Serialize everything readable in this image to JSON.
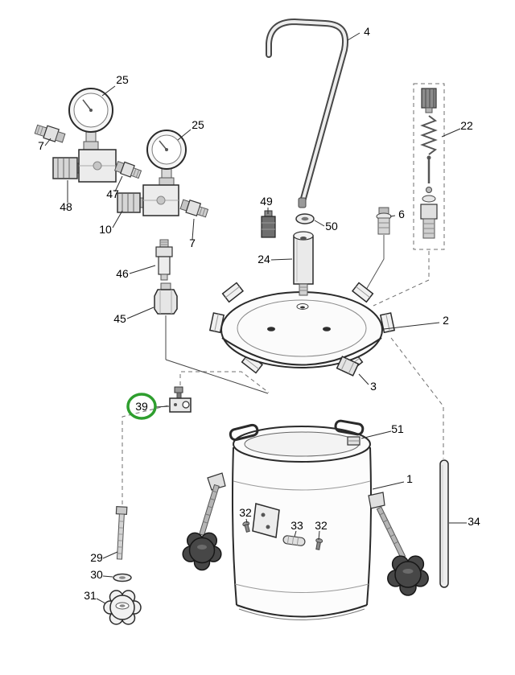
{
  "figure": {
    "background": "#ffffff",
    "ink_color": "#1a1a1a",
    "highlight_color": "#2e9e2e",
    "highlighted_callout": "39"
  },
  "callouts": {
    "c4": "4",
    "c25a": "25",
    "c7a": "7",
    "c48": "48",
    "c47": "47",
    "c25b": "25",
    "c10": "10",
    "c7b": "7",
    "c22": "22",
    "c49": "49",
    "c50": "50",
    "c6": "6",
    "c24": "24",
    "c46": "46",
    "c45": "45",
    "c2": "2",
    "c3": "3",
    "c39": "39",
    "c51": "51",
    "c1": "1",
    "c32a": "32",
    "c33": "33",
    "c32b": "32",
    "c34": "34",
    "c29": "29",
    "c30": "30",
    "c31": "31"
  }
}
